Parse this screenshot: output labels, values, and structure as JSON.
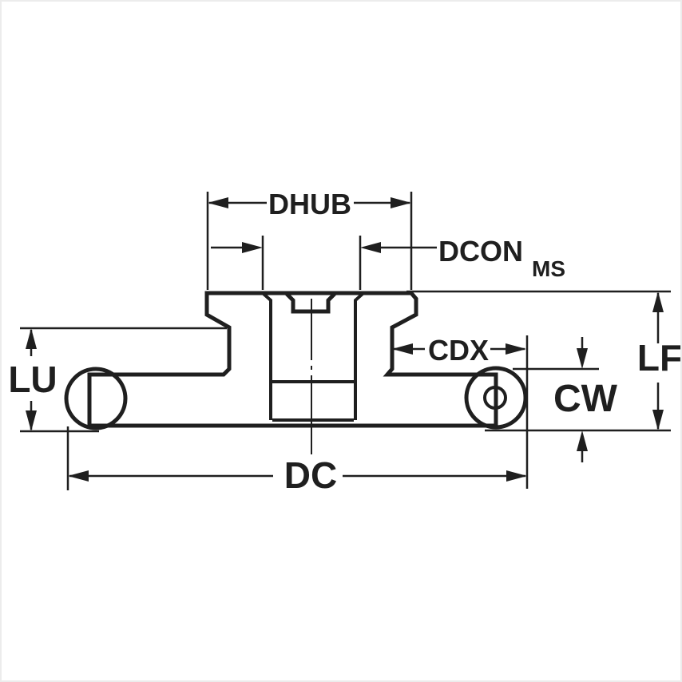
{
  "drawing": {
    "type": "technical-dimension-diagram",
    "subject": "side-and-face-milling-cutter-cross-section",
    "colors": {
      "background": "#ffffff",
      "frame": "#ececec",
      "line": "#1f1f1f",
      "body": "#b3c8d4",
      "insert": "#f5c411"
    },
    "labels": {
      "dhub": "DHUB",
      "dcon": "DCON",
      "dcon_subscript": "MS",
      "cdx": "CDX",
      "lf": "LF",
      "lu": "LU",
      "cw": "CW",
      "dc": "DC"
    }
  }
}
